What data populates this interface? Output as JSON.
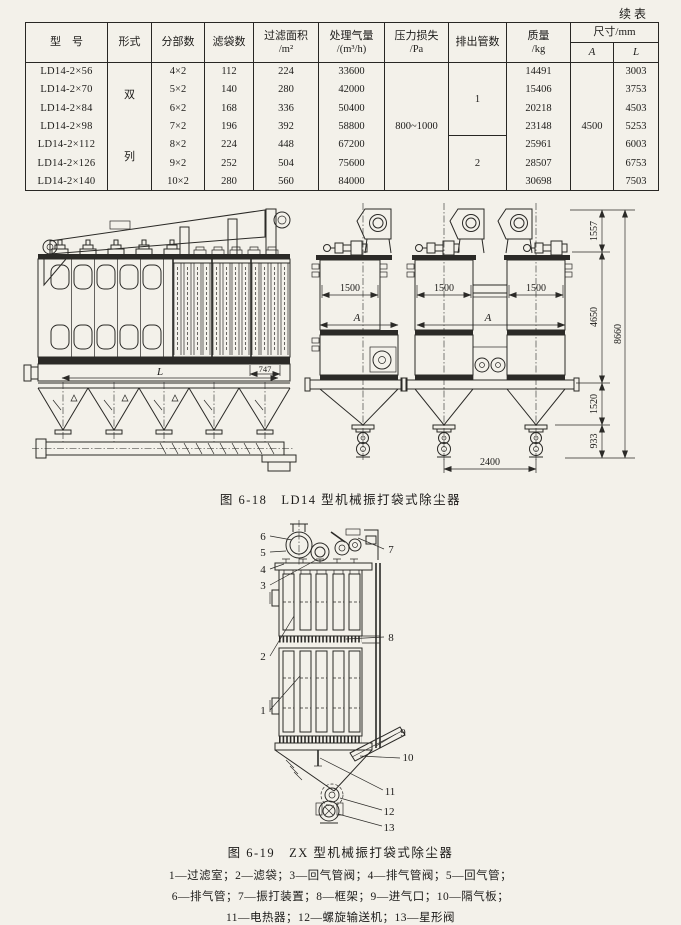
{
  "page": {
    "continued": "续表"
  },
  "table": {
    "headers": {
      "model": "型　号",
      "form": "形式",
      "sections": "分部数",
      "bags": "滤袋数",
      "area1": "过滤面积",
      "area2": "/m²",
      "gas1": "处理气量",
      "gas2": "/(m³/h)",
      "pressure1": "压力损失",
      "pressure2": "/Pa",
      "outlets": "排出管数",
      "mass1": "质量",
      "mass2": "/kg",
      "size": "尺寸/mm",
      "size_a": "A",
      "size_l": "L"
    },
    "form_top": "双",
    "form_bottom": "列",
    "pressure_value": "800~1000",
    "outlet_value_1": "1",
    "outlet_value_2": "2",
    "size_a_value": "4500",
    "rows": [
      {
        "model": "LD14-2×56",
        "sections": "4×2",
        "bags": "112",
        "area": "224",
        "gas": "33600",
        "mass": "14491",
        "l": "3003"
      },
      {
        "model": "LD14-2×70",
        "sections": "5×2",
        "bags": "140",
        "area": "280",
        "gas": "42000",
        "mass": "15406",
        "l": "3753"
      },
      {
        "model": "LD14-2×84",
        "sections": "6×2",
        "bags": "168",
        "area": "336",
        "gas": "50400",
        "mass": "20218",
        "l": "4503"
      },
      {
        "model": "LD14-2×98",
        "sections": "7×2",
        "bags": "196",
        "area": "392",
        "gas": "58800",
        "mass": "23148",
        "l": "5253"
      },
      {
        "model": "LD14-2×112",
        "sections": "8×2",
        "bags": "224",
        "area": "448",
        "gas": "67200",
        "mass": "25961",
        "l": "6003"
      },
      {
        "model": "LD14-2×126",
        "sections": "9×2",
        "bags": "252",
        "area": "504",
        "gas": "75600",
        "mass": "28507",
        "l": "6753"
      },
      {
        "model": "LD14-2×140",
        "sections": "10×2",
        "bags": "280",
        "area": "560",
        "gas": "84000",
        "mass": "30698",
        "l": "7503"
      }
    ]
  },
  "fig18": {
    "caption": "图 6-18　LD14 型机械振打袋式除尘器",
    "dims": {
      "L": "L",
      "d747": "747",
      "w1500_mid": "1500",
      "w1500_left": "1500",
      "w1500_right": "1500",
      "A_mid": "A",
      "A_right": "A",
      "d2400": "2400",
      "d1557": "1557",
      "d4650": "4650",
      "d8660": "8660",
      "d1520": "1520",
      "d933": "933"
    }
  },
  "fig19": {
    "caption": "图 6-19　ZX 型机械振打袋式除尘器",
    "callouts": [
      "1",
      "2",
      "3",
      "4",
      "5",
      "6",
      "7",
      "8",
      "9",
      "10",
      "11",
      "12",
      "13"
    ],
    "legend": [
      "1—过滤室；2—滤袋；3—回气管阀；4—排气管阀；5—回气管；",
      "6—排气管；7—振打装置；8—框架；9—进气口；10—隔气板；",
      "11—电热器；12—螺旋输送机；13—星形阀"
    ]
  }
}
